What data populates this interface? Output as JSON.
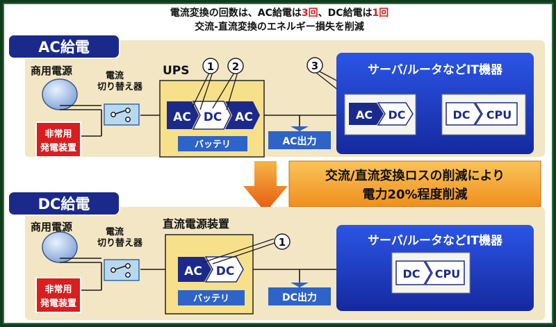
{
  "header": {
    "line1_a": "電流変換の回数は、AC給電は",
    "line1_b": "3回",
    "line1_c": "、DC給電は",
    "line1_d": "1回",
    "line2": "交流-直流変換のエネルギー損失を削減"
  },
  "ac": {
    "title": "AC給電",
    "mains": "商用電源",
    "switch_l1": "電流",
    "switch_l2": "切り替え器",
    "gen_l1": "非常用",
    "gen_l2": "発電装置",
    "ups_title": "UPS",
    "num1": "1",
    "num2": "2",
    "num3": "3",
    "seg_ac1": "AC",
    "seg_dc": "DC",
    "seg_ac2": "AC",
    "battery": "バッテリ",
    "output": "AC出力",
    "it_title": "サーバ/ルータなどIT機器",
    "psu_ac": "AC",
    "psu_dc": "DC",
    "cpu_dc": "DC",
    "cpu": "CPU"
  },
  "callout": {
    "line1": "交流/直流変換ロスの削減により",
    "line2": "電力20%程度削減"
  },
  "dc": {
    "title": "DC給電",
    "mains": "商用電源",
    "switch_l1": "電流",
    "switch_l2": "切り替え器",
    "gen_l1": "非常用",
    "gen_l2": "発電装置",
    "unit_title": "直流電源装置",
    "num1": "1",
    "seg_ac": "AC",
    "seg_dc": "DC",
    "battery": "バッテリ",
    "output": "DC出力",
    "it_title": "サーバ/ルータなどIT機器",
    "cpu_dc": "DC",
    "cpu": "CPU"
  },
  "colors": {
    "panel": "#f3e6c4",
    "navy": "#1b2a8a",
    "it_blue": "#1f3fc8",
    "red": "#d81e1e",
    "arrow_orange": "#f08a14",
    "callout_orange": "#f5a623",
    "ups_yellow": "#f6e08a"
  }
}
